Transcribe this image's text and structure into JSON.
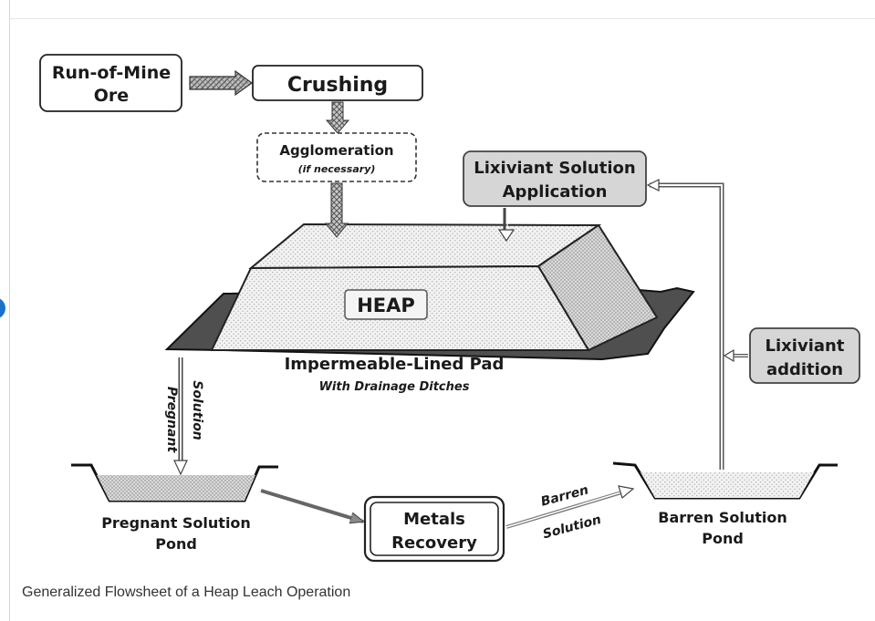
{
  "caption": "Generalized Flowsheet of a Heap Leach Operation",
  "nodes": {
    "run_of_mine": [
      "Run-of-Mine",
      "Ore"
    ],
    "crushing": "Crushing",
    "agglomeration": "Agglomeration",
    "agglomeration_note": "(if necessary)",
    "lixiviant_application": [
      "Lixiviant Solution",
      "Application"
    ],
    "heap": "HEAP",
    "pad": "Impermeable-Lined Pad",
    "pad_note": "With Drainage Ditches",
    "lixiviant_addition": [
      "Lixiviant",
      "addition"
    ],
    "pregnant_solution_flow": [
      "Pregnant",
      "Solution"
    ],
    "pregnant_pond": [
      "Pregnant Solution",
      "Pond"
    ],
    "metals_recovery": [
      "Metals",
      "Recovery"
    ],
    "barren_solution_flow": [
      "Barren",
      "Solution"
    ],
    "barren_pond": [
      "Barren Solution",
      "Pond"
    ]
  },
  "colors": {
    "box_fill_grey": "#d6d6d6",
    "pad_fill": "#555555",
    "heap_fill": "#efefef"
  }
}
